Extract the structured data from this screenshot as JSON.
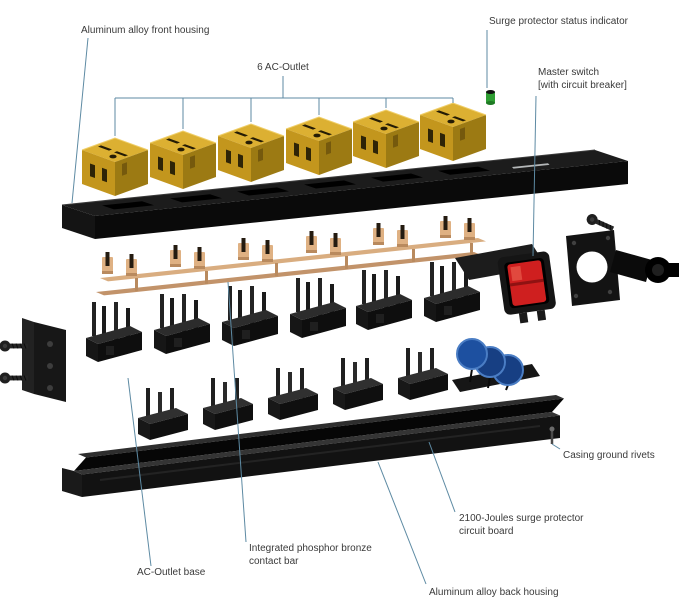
{
  "diagram": {
    "labels": {
      "front_housing": "Aluminum alloy front housing",
      "ac_outlet": "6 AC-Outlet",
      "status_indicator": "Surge protector status indicator",
      "master_switch_line1": "Master switch",
      "master_switch_line2": "[with circuit breaker]",
      "ground_rivets": "Casing ground rivets",
      "circuit_board_line1": "2100-Joules surge protector",
      "circuit_board_line2": "circuit board",
      "back_housing": "Aluminum alloy back housing",
      "contact_bar_line1": "Integrated phosphor bronze",
      "contact_bar_line2": "contact bar",
      "outlet_base": "AC-Outlet base"
    },
    "colors": {
      "label_text": "#3a3a3a",
      "leader_line": "#5d8aa3",
      "outlet_gold": "#d8ab2b",
      "housing_black": "#141414",
      "contact_copper": "#d9ad80",
      "switch_red": "#cf1f1f",
      "varistor_blue": "#173f83",
      "indicator_green": "#2f9e33",
      "back_housing_black": "#121212"
    }
  }
}
